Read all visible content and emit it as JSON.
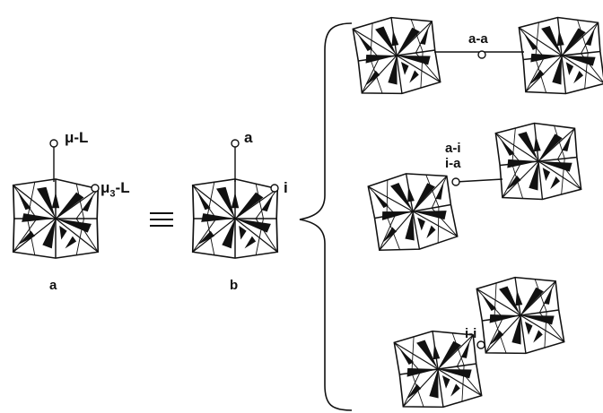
{
  "colors": {
    "ink": "#111111",
    "paper": "#ffffff"
  },
  "figure": {
    "left_cluster": {
      "mu_label": "μ-L",
      "mu3_prefix": "μ",
      "mu3_sub": "3",
      "mu3_suffix": "-L",
      "caption": "a"
    },
    "equiv_symbol": "≡",
    "middle_cluster": {
      "apical_label": "a",
      "inner_label": "i",
      "caption": "b"
    },
    "links": [
      {
        "label": "a-a"
      },
      {
        "label_top": "a-i",
        "label_bottom": "i-a"
      },
      {
        "label": "i-i"
      }
    ]
  }
}
